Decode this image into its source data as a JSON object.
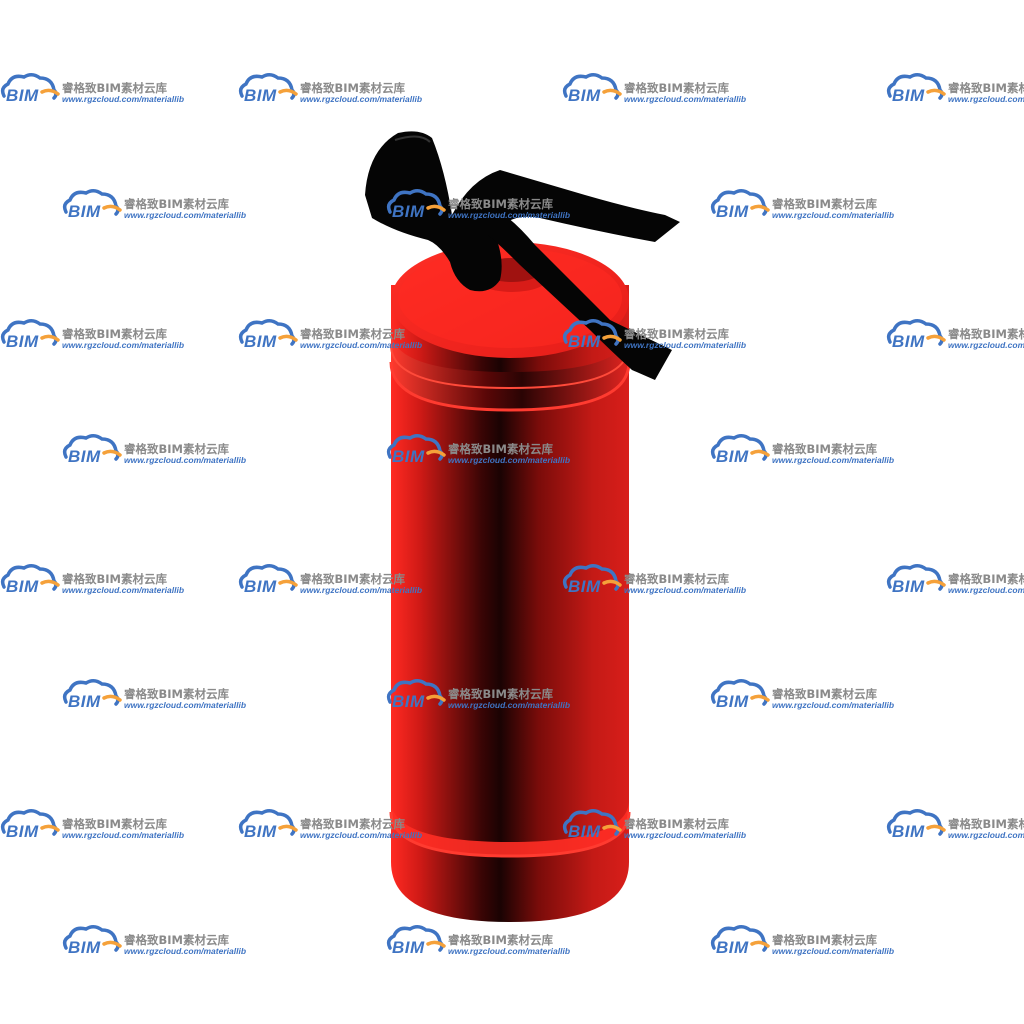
{
  "subject": "fire-extinguisher",
  "colors": {
    "body_red": "#e0201c",
    "body_dark": "#1a0303",
    "top_red": "#ff2a22",
    "handle_black": "#050505",
    "watermark_blue": "#3f74c3",
    "watermark_orange": "#f5a13a",
    "watermark_gray": "#8a8a8a"
  },
  "watermark": {
    "logo_text": "BIM",
    "name": "睿格致BIM素材云库",
    "url": "www.rgzcloud.com/materiallib"
  }
}
